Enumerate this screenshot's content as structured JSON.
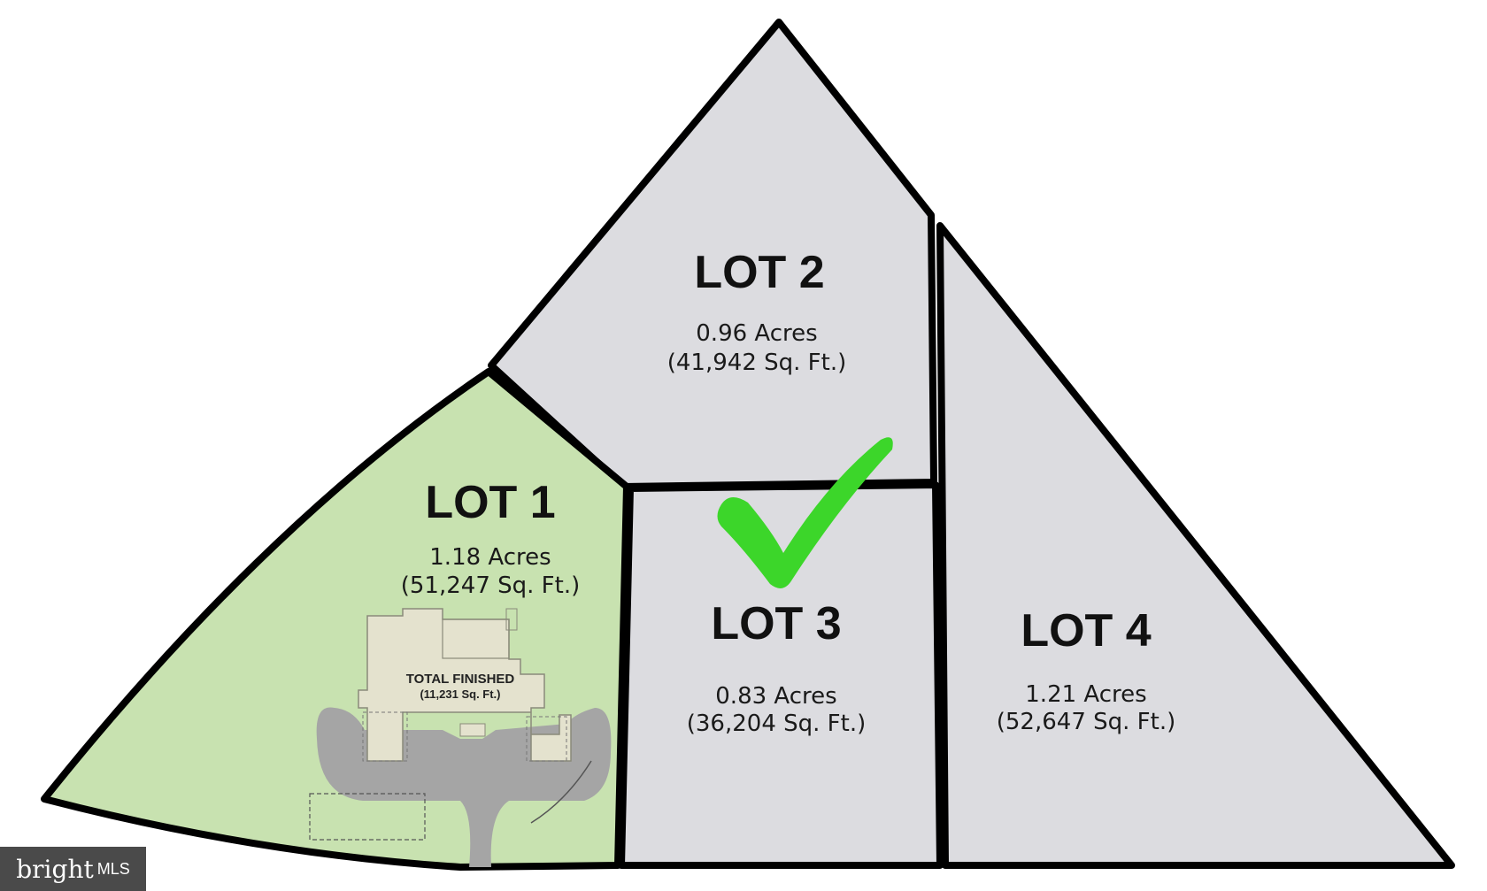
{
  "colors": {
    "lot_fill": "#dcdce0",
    "lot1_fill": "#c8e2b0",
    "boundary": "#000000",
    "checkmark": "#3cd62a",
    "driveway": "#a5a5a5",
    "house_fill": "#e4e2ce"
  },
  "lots": [
    {
      "title": "LOT 1",
      "acres": "1.18 Acres",
      "sqft": "(51,247 Sq. Ft.)"
    },
    {
      "title": "LOT 2",
      "acres": "0.96 Acres",
      "sqft": "(41,942 Sq. Ft.)"
    },
    {
      "title": "LOT 3",
      "acres": "0.83 Acres",
      "sqft": "(36,204 Sq. Ft.)"
    },
    {
      "title": "LOT 4",
      "acres": "1.21 Acres",
      "sqft": "(52,647 Sq. Ft.)"
    }
  ],
  "house": {
    "label": "TOTAL FINISHED",
    "area": "(11,231 Sq. Ft.)"
  },
  "selected_lot": "LOT 3",
  "icons": [
    "checkmark-icon"
  ],
  "watermark": {
    "brand": "bright",
    "suffix": "MLS"
  }
}
